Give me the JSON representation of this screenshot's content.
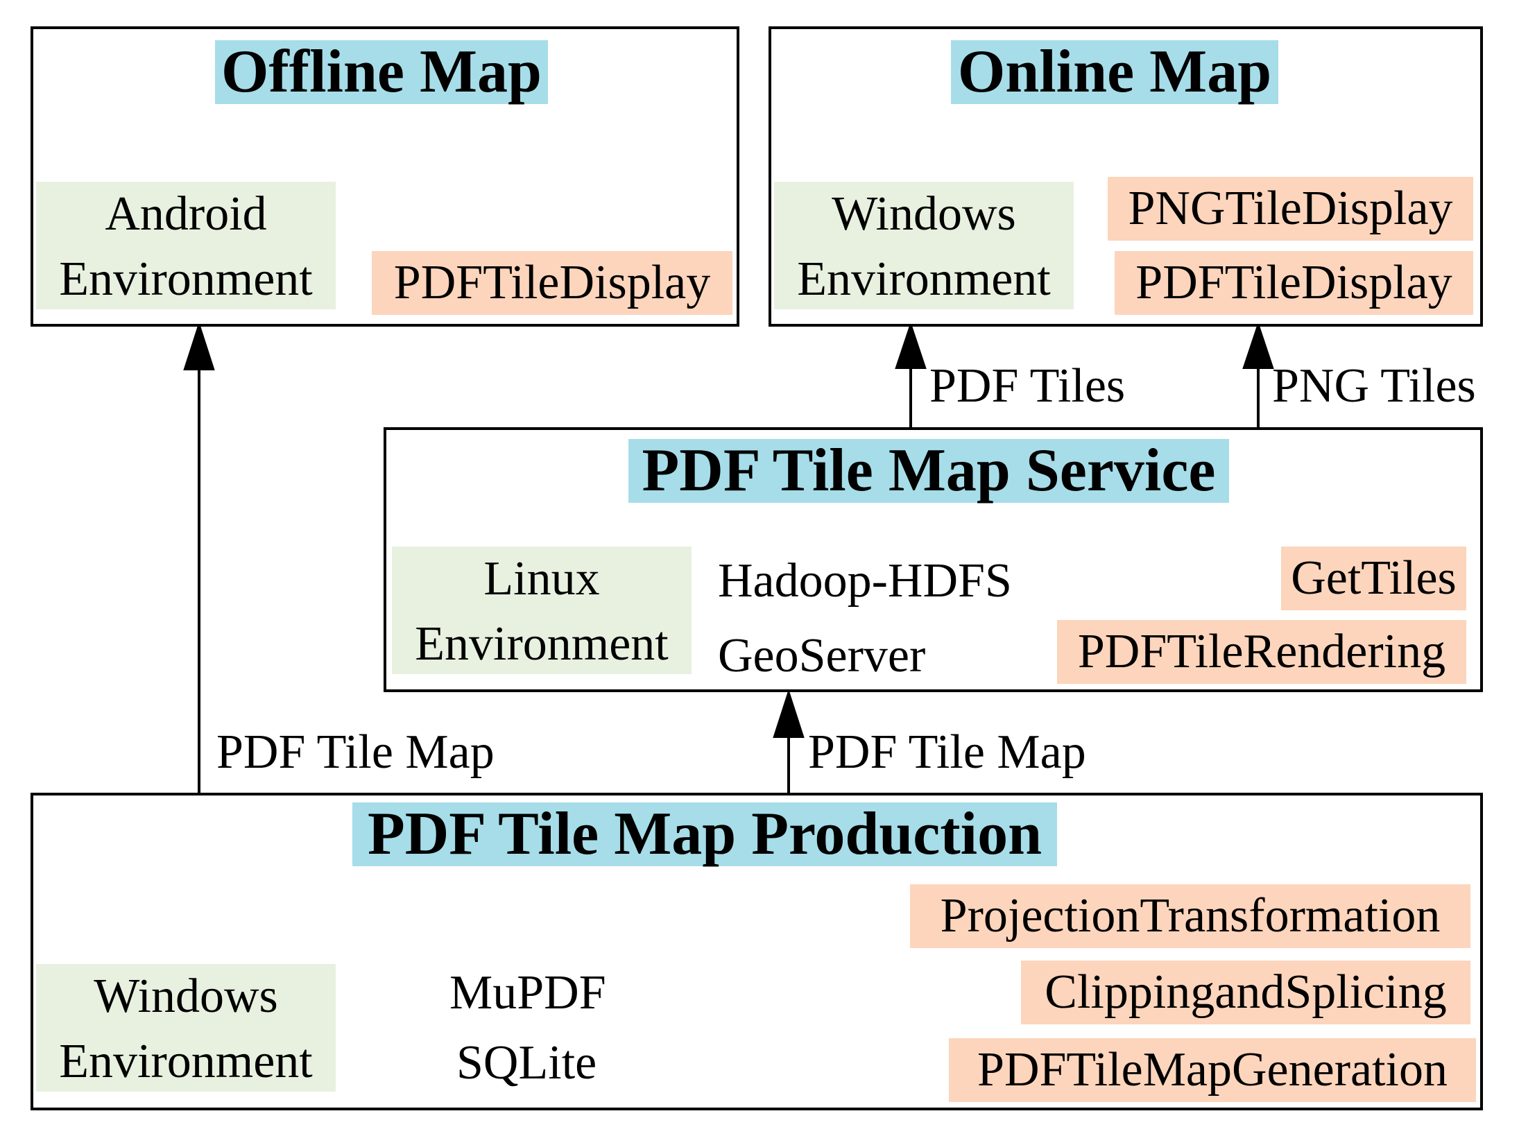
{
  "offline_map": {
    "title": "Offline Map",
    "env_line1": "Android",
    "env_line2": "Environment",
    "modules": [
      "PDFTileDisplay"
    ]
  },
  "online_map": {
    "title": "Online Map",
    "env_line1": "Windows",
    "env_line2": "Environment",
    "modules": [
      "PNGTileDisplay",
      "PDFTileDisplay"
    ]
  },
  "tile_service": {
    "title": "PDF Tile Map Service",
    "env_line1": "Linux",
    "env_line2": "Environment",
    "tools": [
      "Hadoop-HDFS",
      "GeoServer"
    ],
    "modules": [
      "GetTiles",
      "PDFTileRendering"
    ]
  },
  "production": {
    "title": "PDF Tile Map Production",
    "env_line1": "Windows",
    "env_line2": "Environment",
    "tools": [
      "MuPDF",
      "SQLite"
    ],
    "modules": [
      "ProjectionTransformation",
      "ClippingandSplicing",
      "PDFTileMapGeneration"
    ]
  },
  "arrows": {
    "production_to_offline": "PDF Tile Map",
    "production_to_service": "PDF Tile Map",
    "service_to_online_pdf": "PDF Tiles",
    "service_to_online_png": "PNG Tiles"
  },
  "colors": {
    "title_fill": "#a6dde9",
    "environment_fill": "#e8f0df",
    "module_fill": "#fcd5bc",
    "border": "#000000"
  }
}
